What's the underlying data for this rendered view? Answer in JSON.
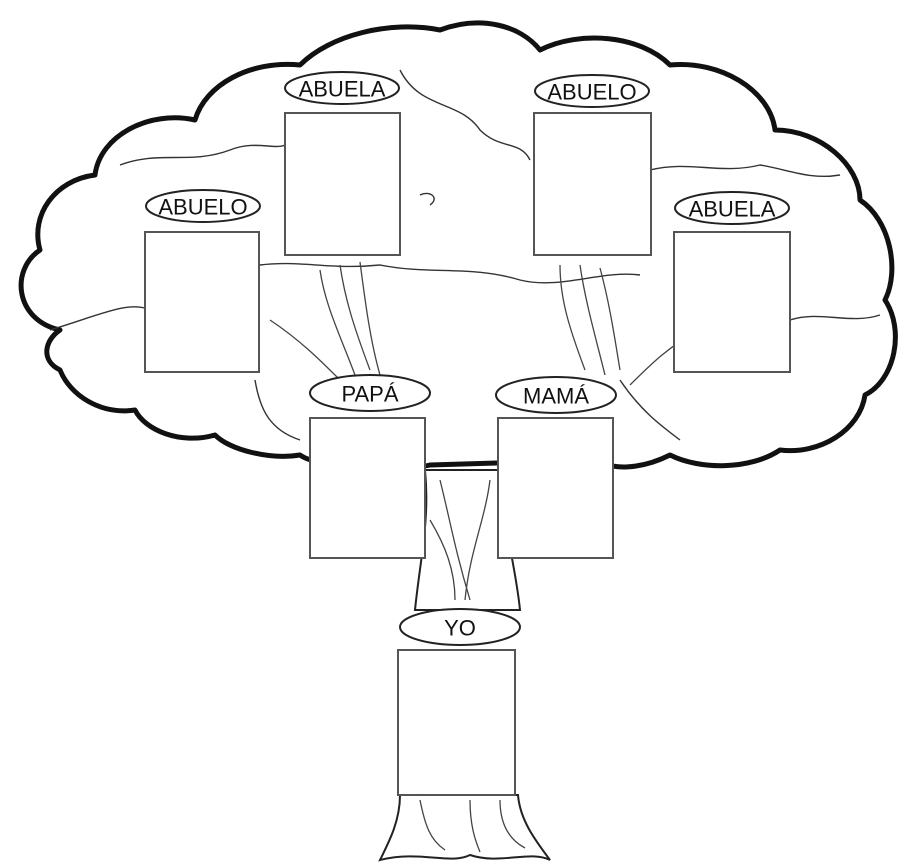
{
  "tree": {
    "members": {
      "abuela_left": "ABUELA",
      "abuelo_left": "ABUELO",
      "abuelo_right": "ABUELO",
      "abuela_right": "ABUELA",
      "papa": "PAPÁ",
      "mama": "MAMÁ",
      "yo": "YO"
    }
  }
}
